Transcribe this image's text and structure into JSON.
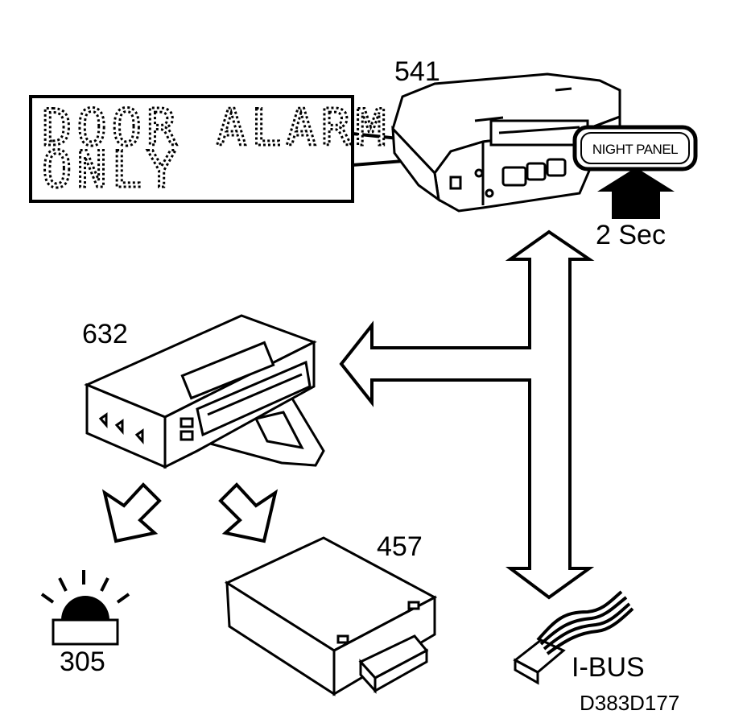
{
  "display": {
    "line1": "DOOR ALARM",
    "line2": "ONLY"
  },
  "components": {
    "instrument_cluster": "541",
    "control_module": "632",
    "siren_module": "457",
    "warning_lamp": "305"
  },
  "night_panel_button": "NIGHT PANEL",
  "press_duration": "2 Sec",
  "bus_label": "I-BUS",
  "figure_code": "D383D177"
}
